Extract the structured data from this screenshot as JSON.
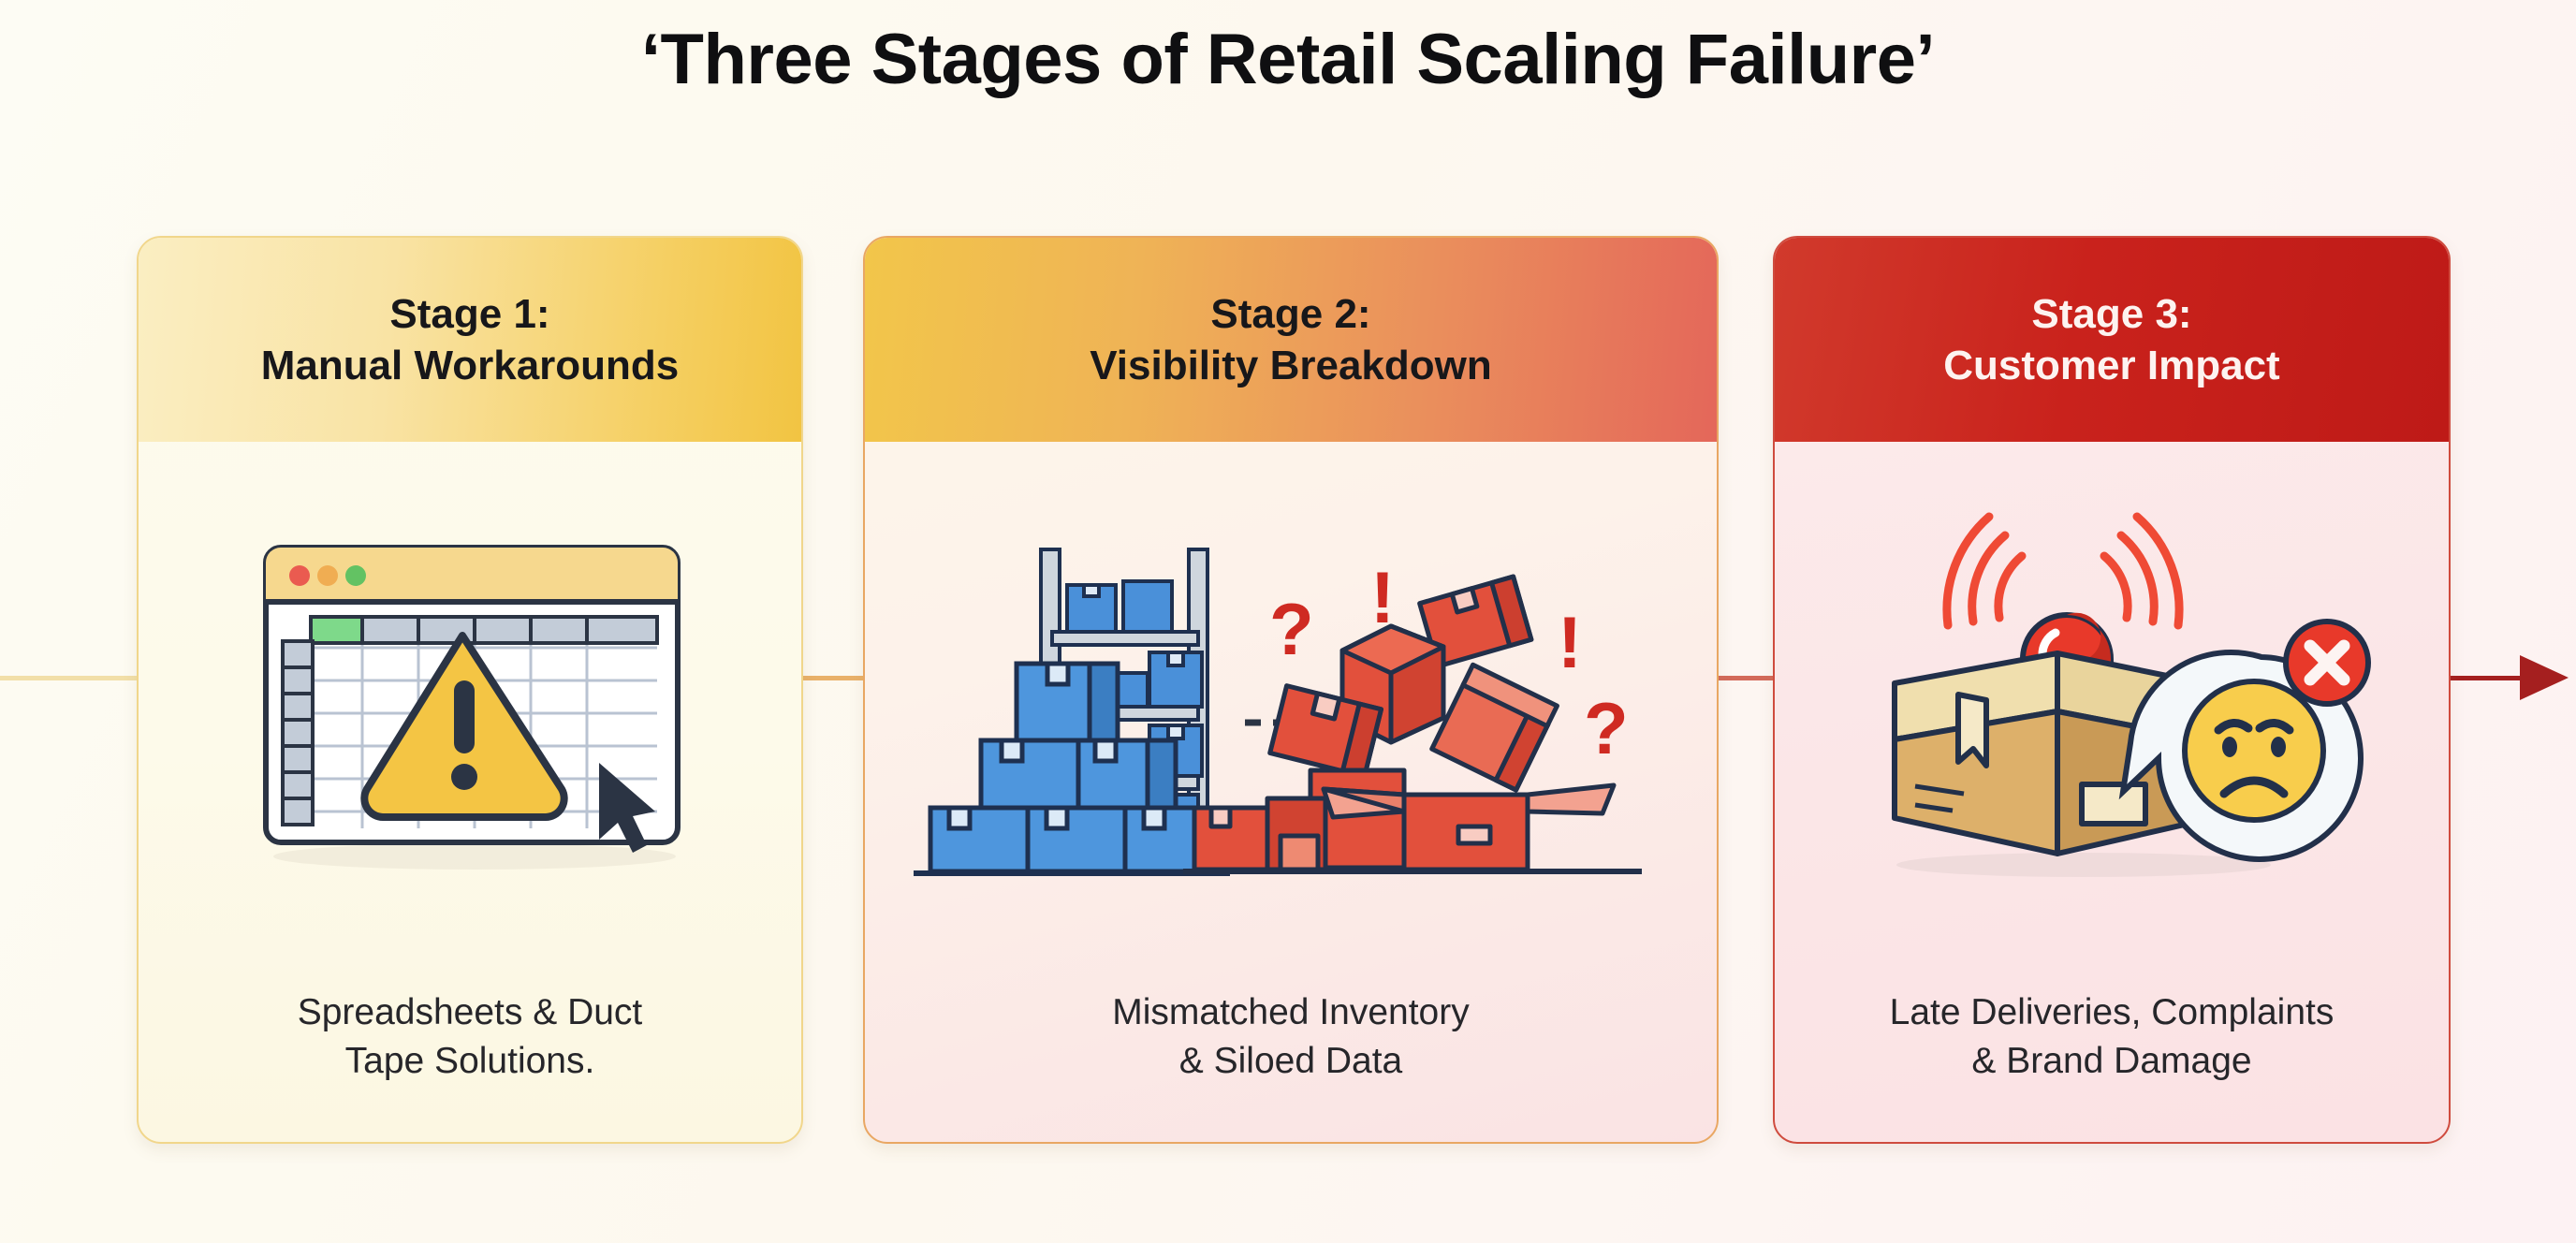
{
  "title": "‘Three Stages of Retail Scaling Failure’",
  "flow": {
    "direction_icon": "right-arrow-icon",
    "accent_start": "#f2dfa8",
    "accent_end": "#a51f1f"
  },
  "cards": [
    {
      "stage_label": "Stage 1:",
      "stage_name": "Manual Workarounds",
      "caption_line1": "Spreadsheets & Duct",
      "caption_line2": "Tape Solutions.",
      "illustration": "spreadsheet-warning-illustration",
      "header_color_start": "#faeec2",
      "header_color_end": "#f2c442",
      "body_color": "#fdfaea",
      "border_color": "#f1d68b"
    },
    {
      "stage_label": "Stage 2:",
      "stage_name": "Visibility Breakdown",
      "caption_line1": "Mismatched Inventory",
      "caption_line2": "& Siloed Data",
      "illustration": "boxes-order-to-chaos-illustration",
      "header_color_start": "#f2c64a",
      "header_color_end": "#e4675a",
      "body_color": "#fdf2ea",
      "border_color": "#e9a763"
    },
    {
      "stage_label": "Stage 3:",
      "stage_name": "Customer Impact",
      "caption_line1": "Late Deliveries, Complaints",
      "caption_line2": "& Brand Damage",
      "illustration": "alarm-box-angry-customer-illustration",
      "header_color_start": "#d13a2c",
      "header_color_end": "#be1a17",
      "body_color": "#fbe6e7",
      "border_color": "#cf4b3e"
    }
  ],
  "art": {
    "stage1": {
      "window_dots": [
        "red",
        "amber",
        "green"
      ],
      "warning_symbol": "!",
      "cursor": "arrow-cursor"
    },
    "stage2": {
      "ordered_boxes_color": "#4a90d9",
      "chaos_boxes_color": "#e2503c",
      "annotations": [
        "?",
        "!",
        "!",
        "?"
      ],
      "transition_arrow": "dashed-right-arrow"
    },
    "stage3": {
      "siren_color": "#e8392a",
      "box_color": "#e0b169",
      "face_emotion": "angry",
      "badge_symbol": "✕"
    }
  }
}
